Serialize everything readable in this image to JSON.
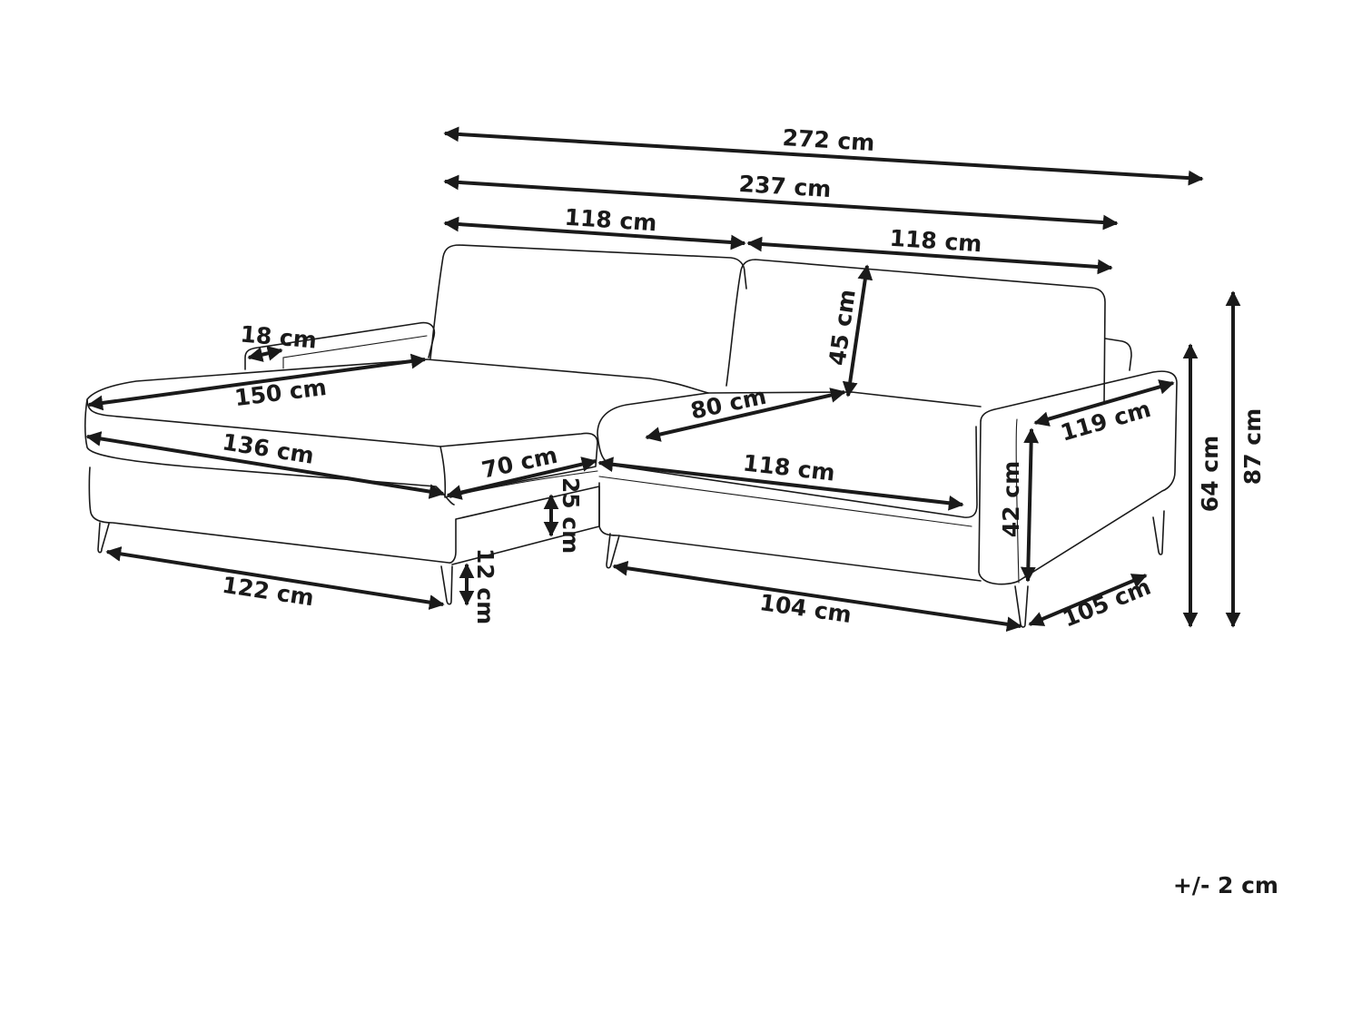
{
  "dimensions": {
    "overall_width": "272 cm",
    "back_width": "237 cm",
    "left_back": "118 cm",
    "right_back": "118 cm",
    "backrest_height": "45 cm",
    "armrest_width": "18 cm",
    "chaise_diagonal": "150 cm",
    "chaise_front": "136 cm",
    "seat_depth": "80 cm",
    "chaise_inner": "70 cm",
    "seat_front": "118 cm",
    "right_depth": "119 cm",
    "armrest_height": "42 cm",
    "seat_height": "25 cm",
    "leg_height": "12 cm",
    "base_left": "122 cm",
    "base_right": "104 cm",
    "base_depth": "105 cm",
    "arm_total_height": "64 cm",
    "total_height": "87 cm"
  },
  "tolerance": "+/- 2 cm"
}
